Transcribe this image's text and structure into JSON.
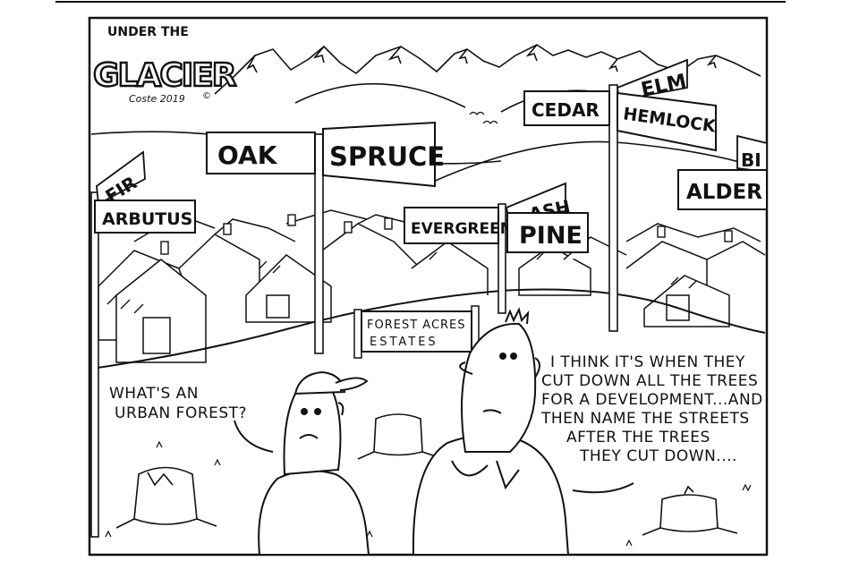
{
  "masthead": {
    "title_top": "UNDER THE",
    "title_main": "GLACIER",
    "signature": "Coste 2019",
    "copyright_mark": "©"
  },
  "signs": {
    "fir": "FIR",
    "arbutus": "ARBUTUS",
    "oak": "OAK",
    "spruce": "SPRUCE",
    "evergreen": "EVERGREEN",
    "ash": "ASH",
    "pine": "PINE",
    "cedar": "CEDAR",
    "elm": "ELM",
    "hemlock": "HEMLOCK",
    "birch": "BI",
    "alder": "ALDER"
  },
  "estate_sign": {
    "line1": "FOREST ACRES",
    "line2": "ESTATES"
  },
  "dialogue": {
    "left": [
      "WHAT'S AN",
      "URBAN FOREST?"
    ],
    "right": [
      "I THINK IT'S WHEN THEY",
      "CUT DOWN ALL THE TREES",
      "FOR A DEVELOPMENT...AND",
      "THEN NAME THE STREETS",
      "AFTER THE TREES",
      "THEY CUT DOWN...."
    ]
  },
  "colors": {
    "ink": "#111111",
    "paper": "#ffffff",
    "hill_gray": "#e6e6e6"
  }
}
